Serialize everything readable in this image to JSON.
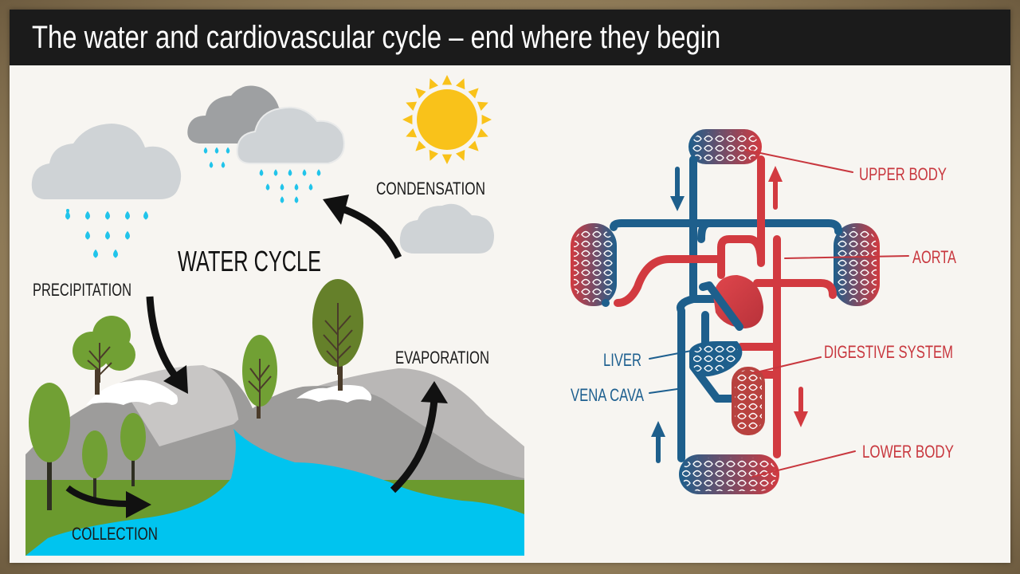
{
  "slide": {
    "title": "The water and cardiovascular cycle – end where they begin"
  },
  "water_cycle": {
    "heading": "WATER CYCLE",
    "labels": {
      "precipitation": "PRECIPITATION",
      "condensation": "CONDENSATION",
      "evaporation": "EVAPORATION",
      "collection": "COLLECTION"
    }
  },
  "circulation": {
    "labels": {
      "upper_body": "UPPER BODY",
      "aorta": "AORTA",
      "liver": "LIVER",
      "vena_cava": "VENA CAVA",
      "digestive_system": "DIGESTIVE SYSTEM",
      "lower_body": "LOWER BODY"
    }
  },
  "colors": {
    "title_bar": "#1b1b1b",
    "artery_red": "#d23a40",
    "vein_blue": "#1e5f8c",
    "water": "#00c4ef",
    "grass": "#6b9a2e",
    "mountain": "#9b9b9b",
    "sun": "#f9c21a",
    "cloud": "#c9ced2",
    "red_label": "#c8373e",
    "blue_label": "#1d5f8f"
  }
}
